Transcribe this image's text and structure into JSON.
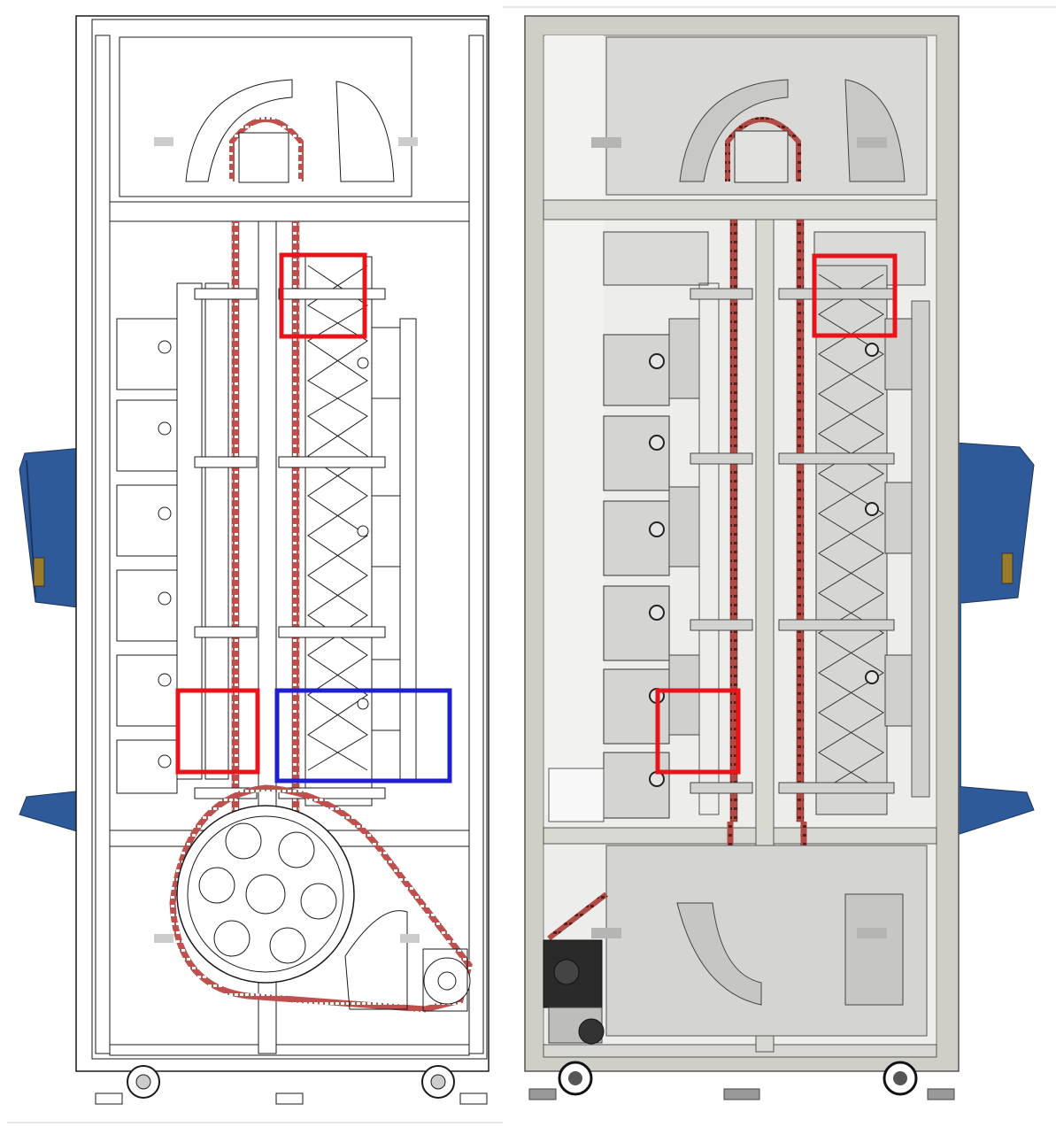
{
  "figure": {
    "panels": [
      {
        "id": "left",
        "style": "line-drawing",
        "has_control_wing": true,
        "has_large_drive_sprocket": true,
        "highlight_boxes": [
          "red",
          "red",
          "blue"
        ]
      },
      {
        "id": "right",
        "style": "shaded-render",
        "has_control_wing": true,
        "has_gear_motor": true,
        "highlight_boxes": [
          "red",
          "red"
        ]
      }
    ],
    "colors": {
      "highlight_red": "#e8141b",
      "highlight_blue": "#1f1fd0",
      "chain_red": "#c0504d",
      "control_panel_blue": "#2f5a9a",
      "frame_line": "#1a1a1a",
      "render_gray": "#d8d8d6",
      "render_frame": "#cfcfc8"
    }
  }
}
